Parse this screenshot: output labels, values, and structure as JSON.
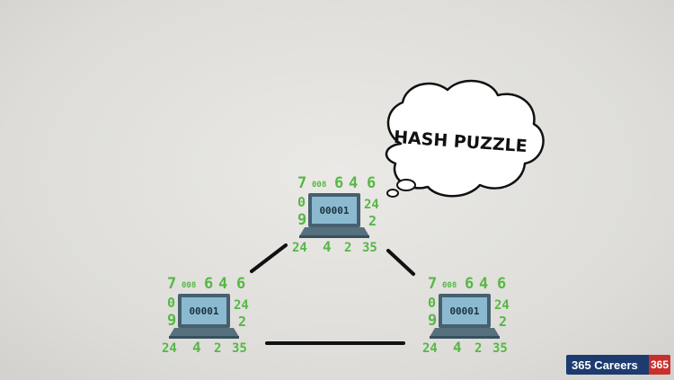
{
  "bubble": {
    "text": "HASH PUZZLE"
  },
  "node": {
    "row1": [
      "7",
      "008",
      "6",
      "4",
      "6"
    ],
    "left": [
      "0",
      "9"
    ],
    "right": [
      "24",
      "2"
    ],
    "bottom": [
      "24",
      "4",
      "2",
      "35"
    ],
    "screen": "00001"
  },
  "brand": {
    "name": "365 Careers",
    "badge": "365"
  },
  "colors": {
    "digits": "#56b845",
    "screen": "#8bbad0",
    "laptop": "#46606f",
    "edge": "#111111",
    "brand": "#1d3b6e",
    "badge": "#c9302c"
  }
}
